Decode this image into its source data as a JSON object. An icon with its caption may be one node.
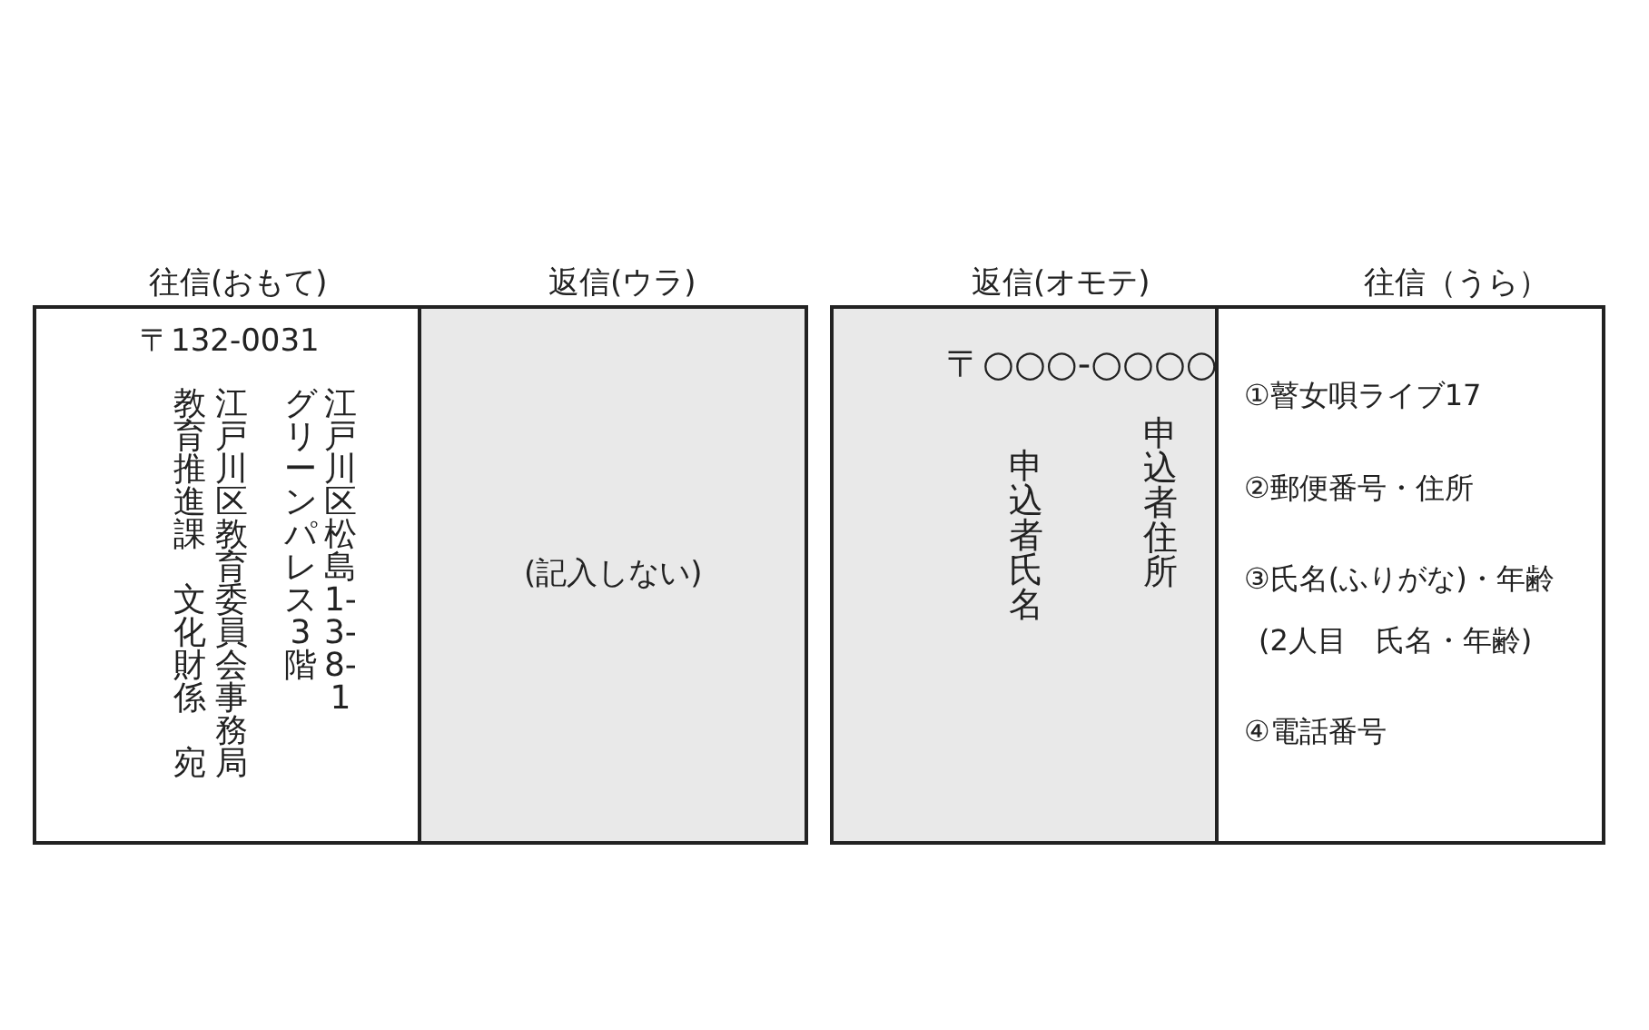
{
  "diagram": {
    "nodes": [
      {
        "text": [
          "往信(おもて)",
          "〒132-0031",
          "江戸川区松島1-3-8-1",
          "グリーンパレス3階",
          "江戸川区教育委員会事務局",
          "教育推進課",
          "文化財係",
          "宛"
        ]
      },
      {
        "text": [
          "返信(ウラ)",
          "(記入しない)"
        ]
      },
      {
        "text": [
          "返信(オモテ)",
          "〒○○○-○○○○",
          "申込者住所",
          "申込者氏名"
        ]
      },
      {
        "text": [
          "往信（うら）",
          "①瞽女唄ライブ17",
          "②郵便番号・住所",
          "③氏名(ふりがな)・年齢",
          "(2人目　氏名・年齢)",
          "④電話番号"
        ]
      }
    ]
  }
}
